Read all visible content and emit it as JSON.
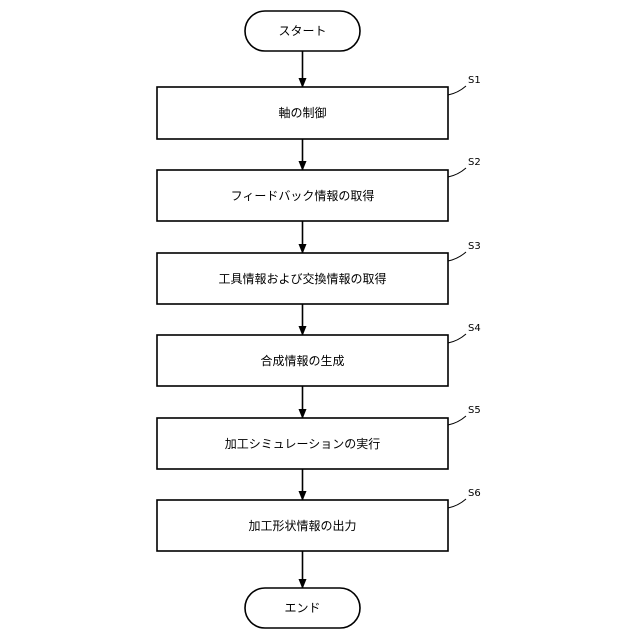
{
  "flowchart": {
    "start": "スタート",
    "end": "エンド",
    "steps": [
      {
        "id": "S1",
        "label": "軸の制御"
      },
      {
        "id": "S2",
        "label": "フィードバック情報の取得"
      },
      {
        "id": "S3",
        "label": "工具情報および交換情報の取得"
      },
      {
        "id": "S4",
        "label": "合成情報の生成"
      },
      {
        "id": "S5",
        "label": "加工シミュレーションの実行"
      },
      {
        "id": "S6",
        "label": "加工形状情報の出力"
      }
    ]
  }
}
